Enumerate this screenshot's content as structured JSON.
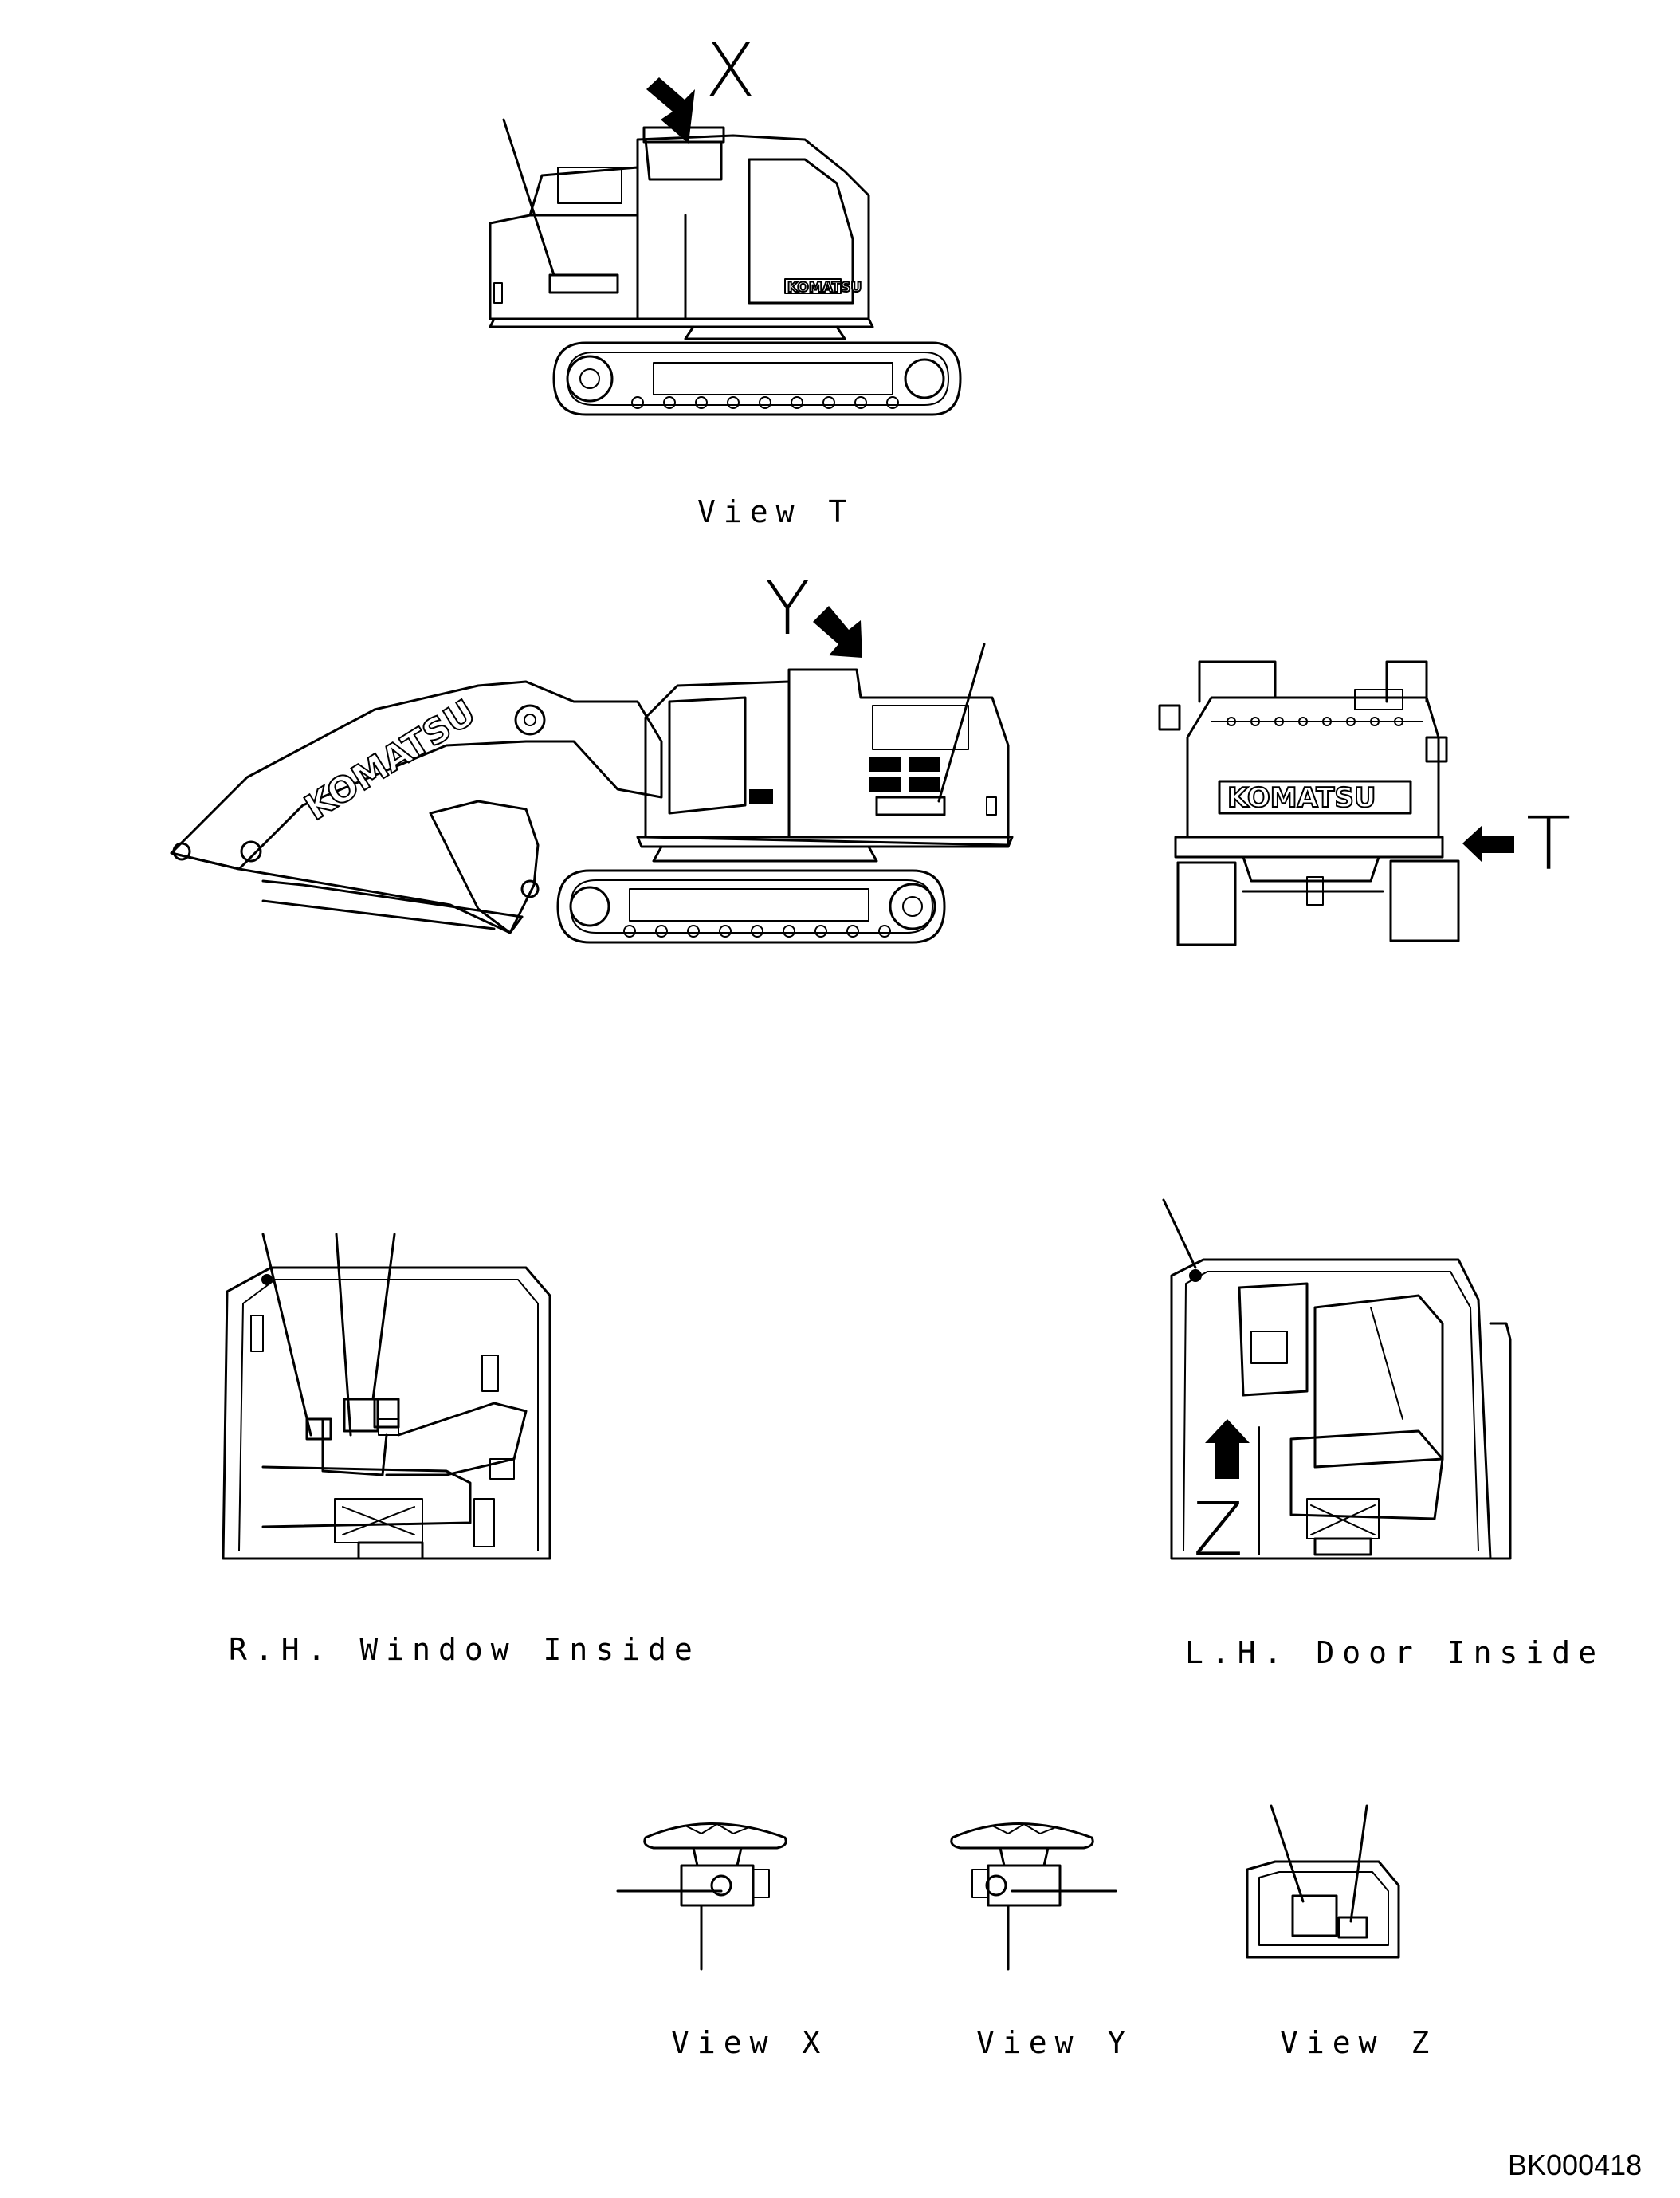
{
  "markers": {
    "x": "X",
    "y": "Y",
    "t": "T",
    "z": "Z"
  },
  "logo_text": "KOMATSU",
  "captions": {
    "view_t": "View T",
    "rh_window_inside": "R.H. Window Inside",
    "lh_door_inside": "L.H. Door Inside",
    "view_x": "View X",
    "view_y": "View Y",
    "view_z": "View Z"
  },
  "document_id": "BK000418"
}
